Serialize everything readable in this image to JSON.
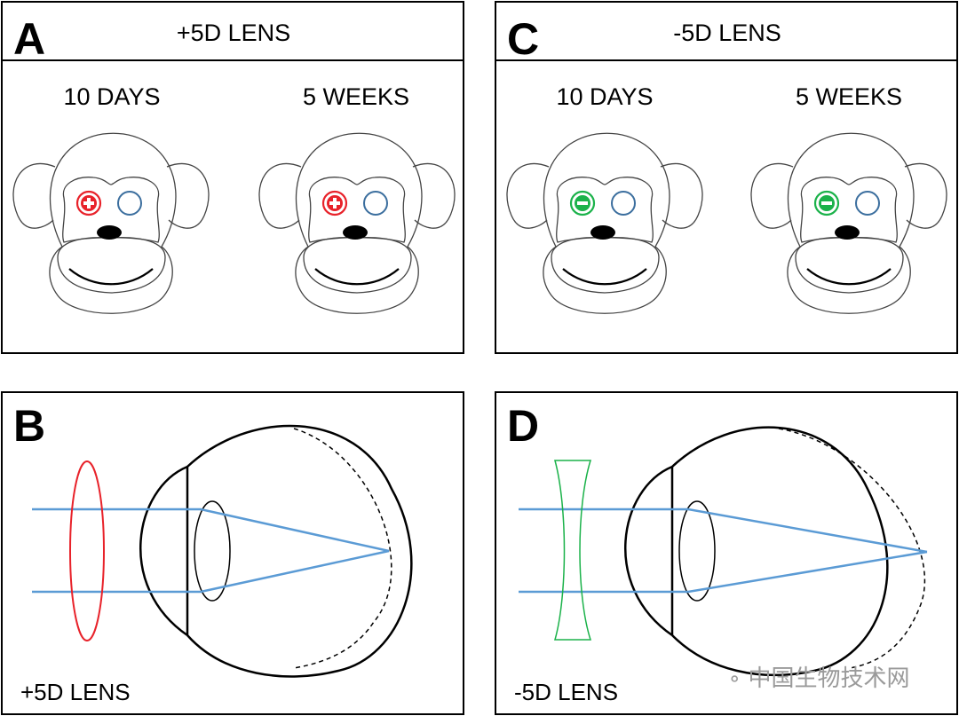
{
  "panels": {
    "a": {
      "letter": "A",
      "title": "+5D LENS",
      "ages": [
        "10 DAYS",
        "5 WEEKS"
      ],
      "lens_sign": "+",
      "lens_color": "#e8222a"
    },
    "c": {
      "letter": "C",
      "title": "-5D LENS",
      "ages": [
        "10 DAYS",
        "5 WEEKS"
      ],
      "lens_sign": "-",
      "lens_color": "#1bb24a"
    },
    "b": {
      "letter": "B",
      "label": "+5D LENS",
      "lens_color": "#e8222a"
    },
    "d": {
      "letter": "D",
      "label": "-5D LENS",
      "lens_color": "#1bb24a"
    }
  },
  "colors": {
    "ray": "#5b9bd5",
    "open_eye": "#3b6e9e"
  },
  "watermark": "中国生物技术网"
}
